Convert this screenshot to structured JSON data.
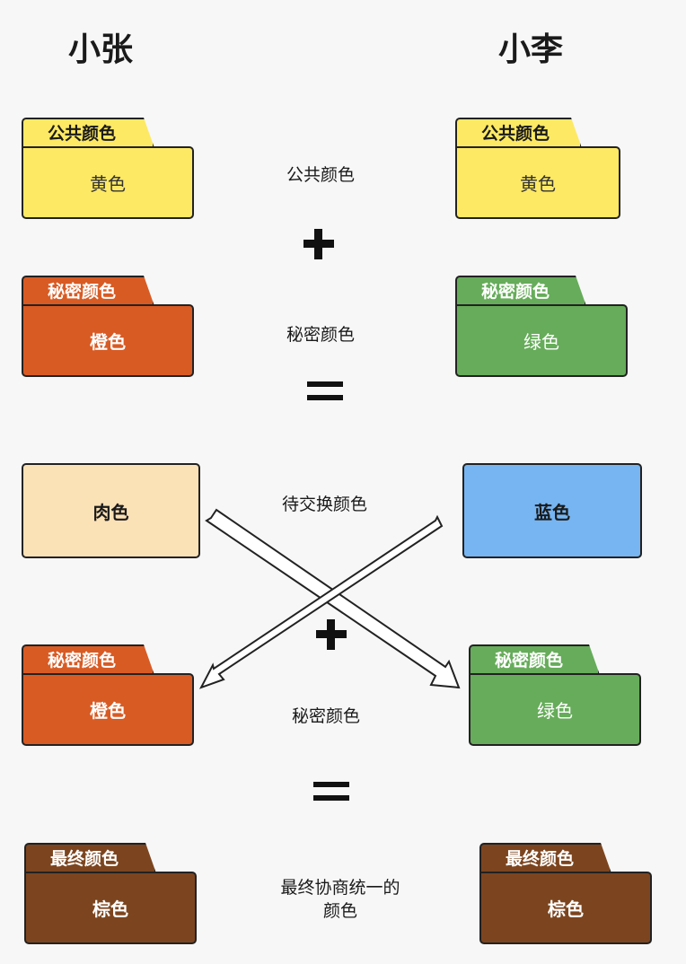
{
  "people": {
    "left": "小张",
    "right": "小李"
  },
  "row1": {
    "tab": "公共颜色",
    "left_color": "黄色",
    "right_color": "黄色",
    "label": "公共颜色"
  },
  "row2": {
    "tab": "秘密颜色",
    "left_color": "橙色",
    "right_color": "绿色",
    "label": "秘密颜色"
  },
  "row3": {
    "left_color": "肉色",
    "right_color": "蓝色",
    "label": "待交换颜色"
  },
  "row4": {
    "tab": "秘密颜色",
    "left_color": "橙色",
    "right_color": "绿色",
    "label": "秘密颜色"
  },
  "row5": {
    "tab": "最终颜色",
    "left_color": "棕色",
    "right_color": "棕色",
    "label_line1": "最终协商统一的",
    "label_line2": "颜色"
  },
  "colors": {
    "yellow": "#fde964",
    "orange": "#d85b24",
    "green": "#66ac5a",
    "flesh": "#fbe1b6",
    "blue": "#76b5f2",
    "brown": "#7c451f"
  }
}
